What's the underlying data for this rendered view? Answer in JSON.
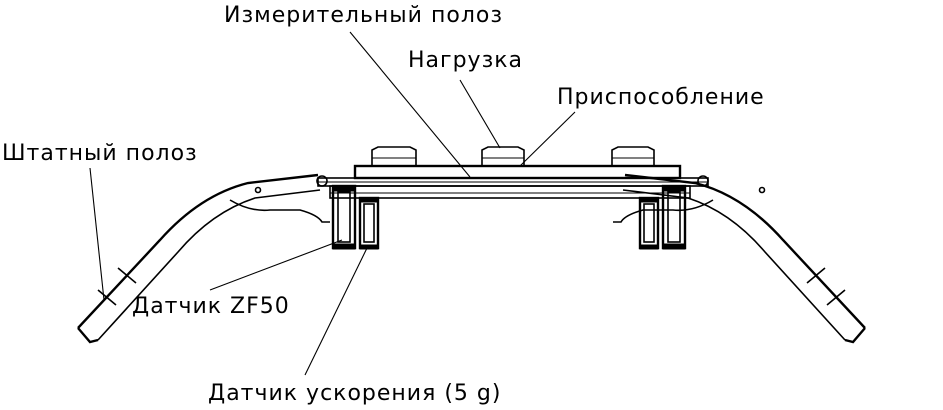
{
  "labels": {
    "measuring_bar": "Измерительный полоз",
    "load": "Нагрузка",
    "fixture": "Приспособление",
    "standard_bar": "Штатный полоз",
    "sensor_zf50": "Датчик ZF50",
    "accel_sensor": "Датчик ускорения (5 g)"
  },
  "colors": {
    "ink": "#000000",
    "background": "#ffffff"
  }
}
